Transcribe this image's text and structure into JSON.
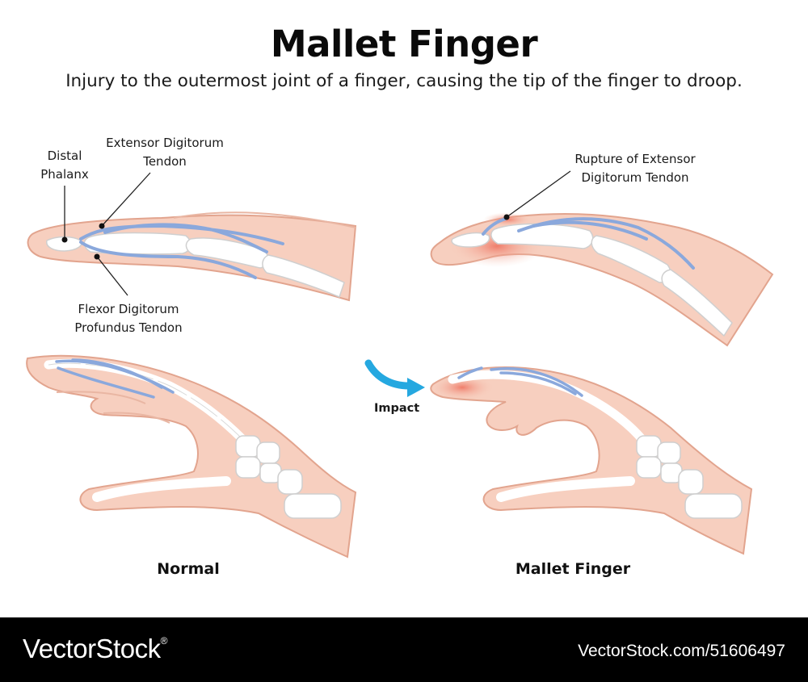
{
  "header": {
    "title": "Mallet Finger",
    "subtitle": "Injury to the outermost joint of a finger, causing the tip of the finger to droop."
  },
  "labels": {
    "distal_phalanx": [
      "Distal",
      "Phalanx"
    ],
    "extensor_tendon": [
      "Extensor Digitorum",
      "Tendon"
    ],
    "flexor_tendon": [
      "Flexor Digitorum",
      "Profundus Tendon"
    ],
    "rupture": [
      "Rupture of Extensor",
      "Digitorum Tendon"
    ],
    "impact": "Impact"
  },
  "captions": {
    "normal": "Normal",
    "mallet": "Mallet Finger"
  },
  "footer": {
    "brand": "VectorStock",
    "brand_mark": "®",
    "reference": "VectorStock.com/51606497"
  },
  "colors": {
    "skin": "#f7cfbf",
    "skin_outline": "#e2a48e",
    "bone": "#ffffff",
    "bone_outline": "#cfcfcf",
    "tendon": "#8aa8dc",
    "injury": "#ef7f6c",
    "arrow": "#25a8e0"
  }
}
